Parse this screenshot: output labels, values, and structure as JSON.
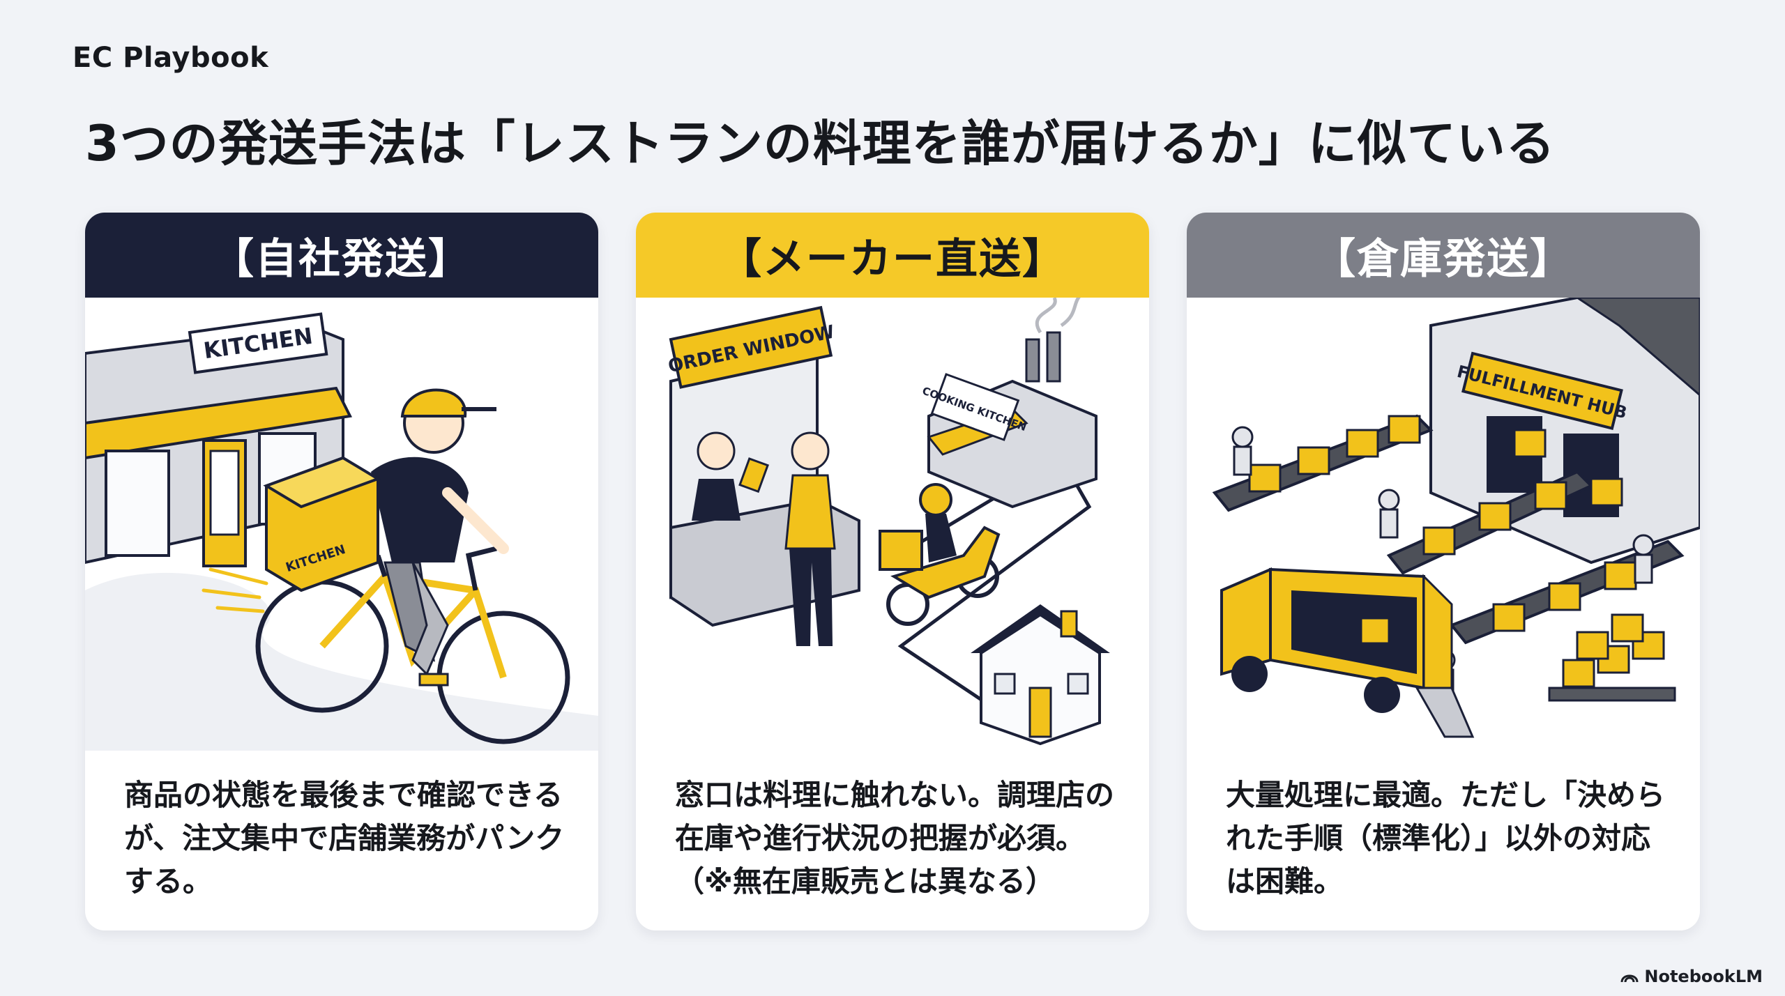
{
  "brand": "EC Playbook",
  "headline": "3つの発送手法は「レストランの料理を誰が届けるか」に似ている",
  "colors": {
    "navy": "#1b2038",
    "yellow": "#f5c928",
    "gray": "#7d7f88",
    "accent": "#f2c21b"
  },
  "cards": [
    {
      "title": "【自社発送】",
      "body": "商品の状態を最後まで確認できるが、注文集中で店舗業務がパンクする。",
      "sign": "KITCHEN",
      "box_label": "KITCHEN"
    },
    {
      "title": "【メーカー直送】",
      "body": "窓口は料理に触れない。調理店の在庫や進行状況の把握が必須。（※無在庫販売とは異なる）",
      "window_sign": "ORDER WINDOW",
      "kitchen_sign": "COOKING KITCHEN"
    },
    {
      "title": "【倉庫発送】",
      "body": "大量処理に最適。ただし「決められた手順（標準化）」以外の対応は困難。",
      "hub_sign": "FULFILLMENT HUB"
    }
  ],
  "footer": "NotebookLM"
}
